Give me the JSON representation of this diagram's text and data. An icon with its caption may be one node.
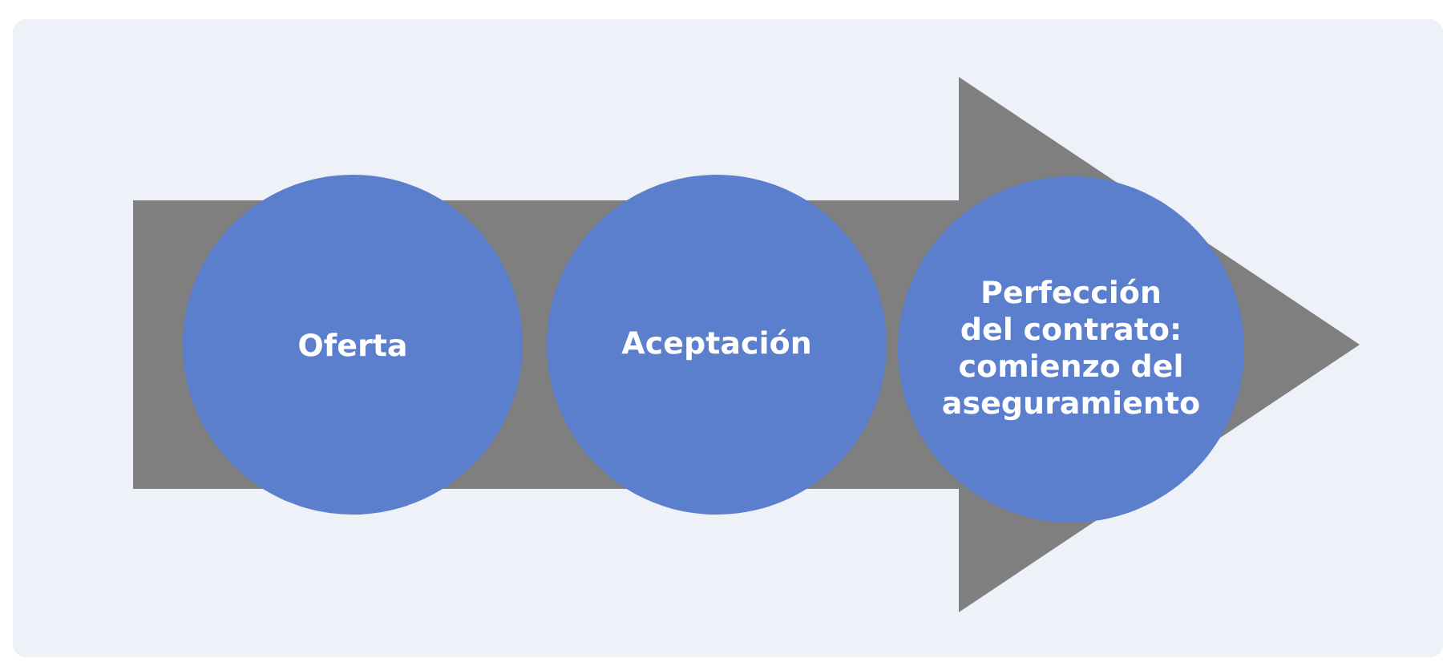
{
  "diagram": {
    "nodes": [
      {
        "text": [
          "Oferta"
        ]
      },
      {
        "text": [
          "Aceptación"
        ]
      },
      {
        "text": [
          "Perfección del contrato: comienzo del aseguramiento"
        ]
      }
    ]
  }
}
